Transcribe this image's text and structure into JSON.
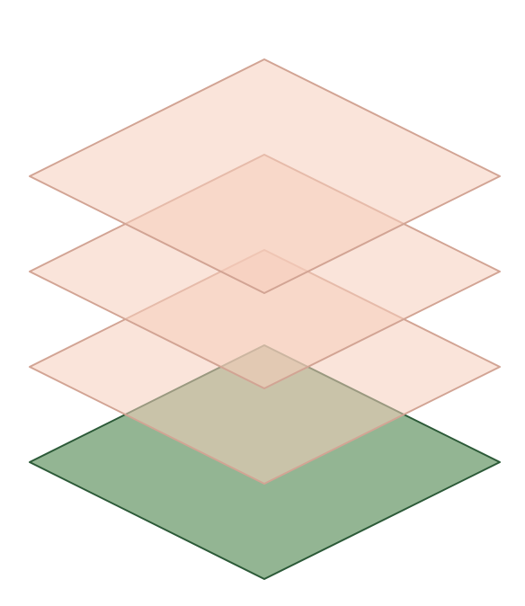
{
  "diagram": {
    "type": "isometric-layer-stack",
    "layer_count": 4,
    "colors": {
      "base_fill": "#93b593",
      "base_stroke": "#2c5a38",
      "layer_fill": "#f6cdbb",
      "layer_stroke": "#d2a494"
    },
    "layers": [
      {
        "role": "base",
        "index": 0
      },
      {
        "role": "overlay",
        "index": 1
      },
      {
        "role": "overlay",
        "index": 2
      },
      {
        "role": "overlay",
        "index": 3
      }
    ]
  }
}
